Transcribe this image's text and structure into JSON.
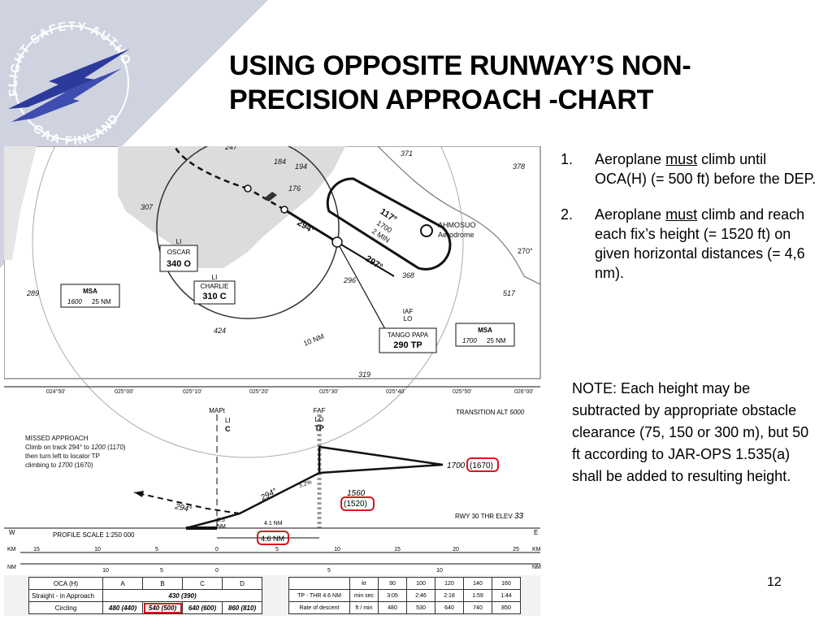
{
  "logo": {
    "arc_top": "FLIGHT SAFETY AUTHORITY",
    "arc_bottom": "CAA FINLAND"
  },
  "title": {
    "line1": "USING OPPOSITE RUNWAY’S NON-",
    "line2": "PRECISION APPROACH -CHART"
  },
  "notes": [
    {
      "num": "1.",
      "pre": "Aeroplane ",
      "em": "must",
      "post": " climb until OCA(H) (= 500 ft) before the DEP."
    },
    {
      "num": "2.",
      "pre": "Aeroplane ",
      "em": "must",
      "post": " climb and reach each fix’s height  (= 1520 ft) on given horizontal distances (= 4,6 nm)."
    }
  ],
  "note_block": "NOTE: Each height may be subtracted by appropriate obstacle clearance (75, 150 or 300 m), but 50 ft according to JAR-OPS 1.535(a) shall be added to resulting height.",
  "page_number": "12",
  "colors": {
    "highlight": "#d8141c",
    "corner_bg": "#cfd3e0",
    "logo_blue": "#2c3a9c"
  },
  "plan": {
    "spot_heights": [
      "247",
      "184",
      "194",
      "371",
      "378",
      "307",
      "176",
      "289",
      "517",
      "296",
      "368",
      "424",
      "319"
    ],
    "tracks": [
      "294°",
      "117°",
      "297°",
      "270°"
    ],
    "holding": [
      "1700",
      "2 MIN"
    ],
    "aerodrome": [
      "AHMOSUO",
      "Aerodrome"
    ],
    "oscar": [
      "LI",
      "OSCAR",
      "340 O"
    ],
    "charlie": [
      "LI",
      "CHARLIE",
      "310 C"
    ],
    "tango": [
      "IAF",
      "LO",
      "TANGO  PAPA",
      "290 TP"
    ],
    "msa_left": [
      "MSA",
      "1600",
      "25 NM"
    ],
    "msa_right": [
      "MSA",
      "1700",
      "25 NM"
    ],
    "ring_label": "10 NM",
    "longitudes": [
      "024°50'",
      "025°00'",
      "025°10'",
      "025°20'",
      "025°30'",
      "025°40'",
      "025°50'",
      "026°00'"
    ]
  },
  "profile": {
    "mapt": [
      "MAPt",
      "LI",
      "C"
    ],
    "faf": [
      "FAF",
      "LO",
      "TP"
    ],
    "transition_alt": "TRANSITION ALT",
    "transition_alt_value": "5000",
    "missed_approach": [
      "MISSED APPROACH",
      "Climb on track 294° to",
      "1200",
      "(1170)",
      "then turn left to locator TP",
      "climbing to",
      "1700",
      "(1670)"
    ],
    "alt_1700": "1700",
    "alt_1670": "(1670)",
    "alt_1560": "1560",
    "alt_1520": "(1520)",
    "glide_angle": "5.2%",
    "track_294_a": "294°",
    "track_294_b": "294°",
    "rwy": "RWY 30 THR ELEV",
    "rwy_elev": "33",
    "dist_05": "0.5",
    "dist_nm": "NM",
    "dist_41": "4.1 NM",
    "dist_46": "4.6 NM",
    "scale": "PROFILE SCALE 1:250 000",
    "scale_letter_w": "W",
    "scale_letter_e": "E",
    "km_label": "KM",
    "nm_label": "NM",
    "km_ticks": [
      "15",
      "10",
      "5",
      "0",
      "5",
      "10",
      "15",
      "20",
      "25"
    ],
    "nm_ticks": [
      "10",
      "5",
      "0",
      "5",
      "10"
    ]
  },
  "oca_table": {
    "headers": [
      "OCA (H)",
      "A",
      "B",
      "C",
      "D"
    ],
    "rows": [
      {
        "label": "Straight - in  Approach",
        "merged": "430 (390)"
      },
      {
        "label": "Circling",
        "values": [
          "480 (440)",
          "540 (500)",
          "640 (600)",
          "860 (810)"
        ]
      }
    ],
    "highlight_value": "500)"
  },
  "rate_table": {
    "rows": [
      [
        "",
        "kt",
        "90",
        "100",
        "120",
        "140",
        "160"
      ],
      [
        "TP - THR 4.6 NM",
        "min sec",
        "3:05",
        "2:46",
        "2:18",
        "1:59",
        "1:44"
      ],
      [
        "Rate of descent",
        "ft / min",
        "480",
        "530",
        "640",
        "740",
        "850"
      ]
    ]
  }
}
